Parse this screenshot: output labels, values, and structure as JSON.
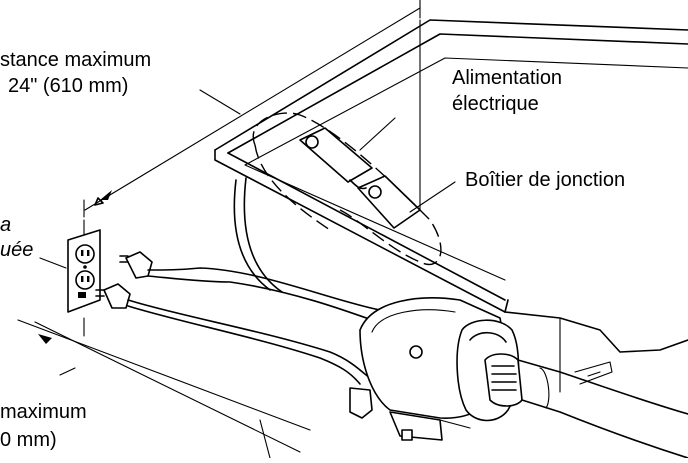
{
  "labels": {
    "max_distance_top_line1": "stance maximum",
    "max_distance_top_line2": "24\" (610 mm)",
    "power_supply_line1": "Alimentation",
    "power_supply_line2": "électrique",
    "junction_box": "Boîtier de jonction",
    "outlet_line1": "a",
    "outlet_line2": "uée",
    "max_distance_bottom_line1": "maximum",
    "max_distance_bottom_line2": "0 mm)"
  }
}
